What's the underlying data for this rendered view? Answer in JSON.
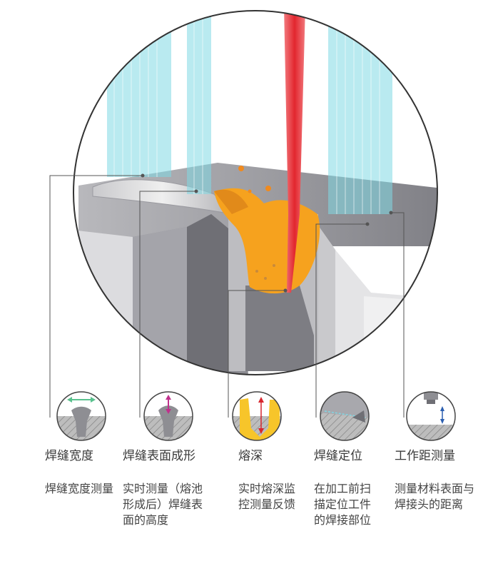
{
  "features": [
    {
      "title": "焊缝宽度",
      "desc": "焊缝宽度测量"
    },
    {
      "title": "焊缝表面成形",
      "desc": "实时测量（熔池形成后）焊缝表面的高度"
    },
    {
      "title": "熔深",
      "desc": "实时熔深监控测量反馈"
    },
    {
      "title": "焊缝定位",
      "desc": "在加工前扫描定位工件的焊接部位"
    },
    {
      "title": "工作距测量",
      "desc": "测量材料表面与焊接头的距离"
    }
  ],
  "colors": {
    "laser": "#e2262e",
    "scan_beam": "#7fd8e4",
    "melt_pool": "#f6a21e",
    "metal_top": "#a9a9ad",
    "metal_side": "#dcdcdf",
    "line": "#555555"
  },
  "icons": [
    "width-measure-icon",
    "surface-height-icon",
    "penetration-depth-icon",
    "seam-tracking-icon",
    "work-distance-icon"
  ]
}
